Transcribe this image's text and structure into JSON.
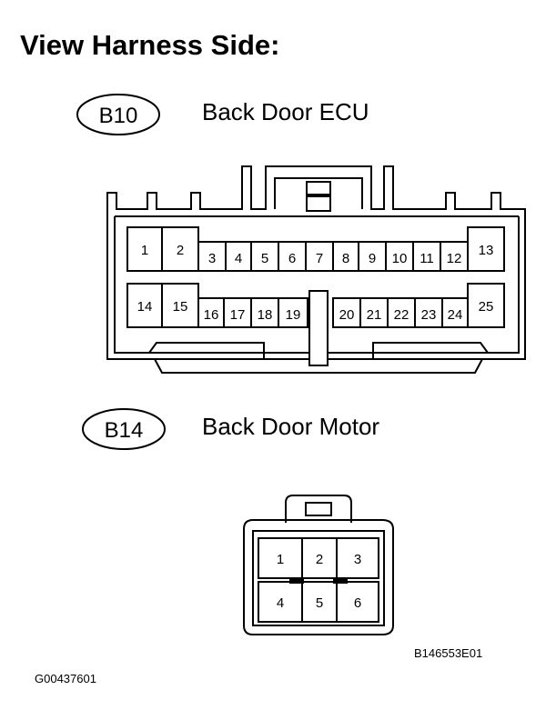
{
  "title": "View Harness Side:",
  "connectors": [
    {
      "id": "B10",
      "name": "Back Door ECU"
    },
    {
      "id": "B14",
      "name": "Back Door Motor"
    }
  ],
  "b10_pins": [
    "1",
    "2",
    "3",
    "4",
    "5",
    "6",
    "7",
    "8",
    "9",
    "10",
    "11",
    "12",
    "13",
    "14",
    "15",
    "16",
    "17",
    "18",
    "19",
    "20",
    "21",
    "22",
    "23",
    "24",
    "25"
  ],
  "b14_pins": [
    "1",
    "2",
    "3",
    "4",
    "5",
    "6"
  ],
  "figure_code": "B146553E01",
  "diagram_code": "G00437601"
}
